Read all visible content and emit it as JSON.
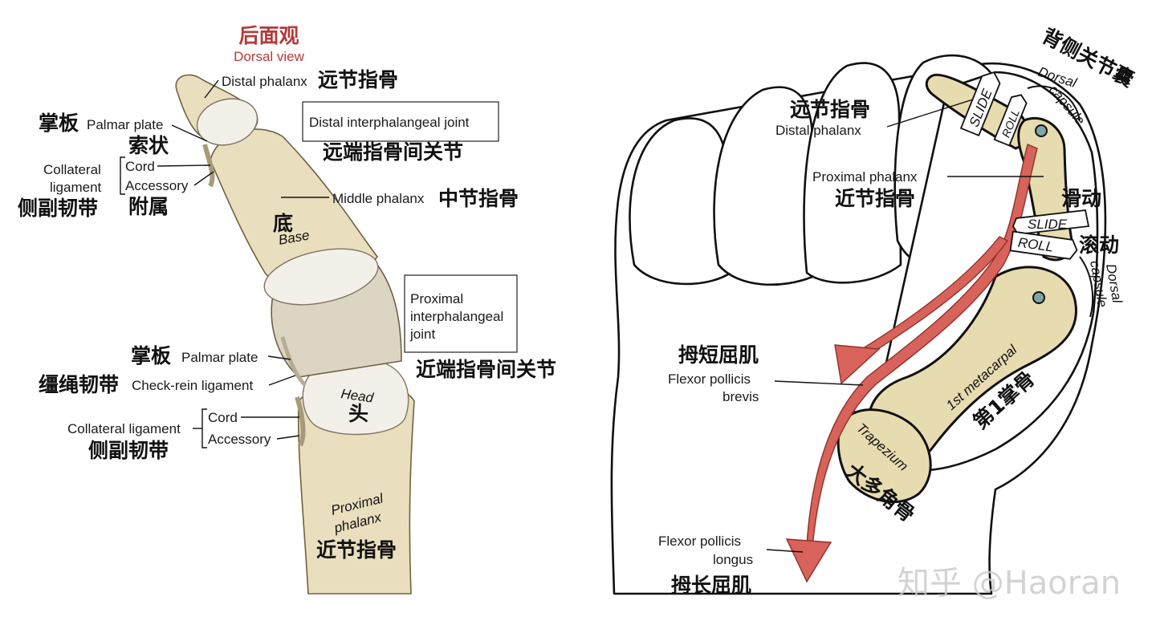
{
  "left": {
    "title_cn": "后面观",
    "title_en": "Dorsal view",
    "distal_phalanx_en": "Distal phalanx",
    "distal_phalanx_cn": "远节指骨",
    "palmar_plate1_cn": "掌板",
    "palmar_plate1_en": "Palmar plate",
    "dip_box": "Distal interphalangeal joint",
    "dip_cn": "远端指骨间关节",
    "cord_cn": "索状",
    "collateral_en_1": "Collateral",
    "collateral_en_2": "ligament",
    "cord_en": "Cord",
    "accessory_en": "Accessory",
    "collateral_cn": "侧副韧带",
    "accessory_cn": "附属",
    "middle_phalanx_en": "Middle phalanx",
    "middle_phalanx_cn": "中节指骨",
    "base_cn": "底",
    "base_en": "Base",
    "pip_box_1": "Proximal",
    "pip_box_2": "interphalangeal",
    "pip_box_3": "joint",
    "pip_cn": "近端指骨间关节",
    "palmar_plate2_cn": "掌板",
    "palmar_plate2_en": "Palmar plate",
    "checkrein_cn": "缰绳韧带",
    "checkrein_en": "Check-rein ligament",
    "head_en": "Head",
    "head_cn": "头",
    "collateral2_en": "Collateral ligament",
    "cord2_en": "Cord",
    "accessory2_en": "Accessory",
    "collateral2_cn": "侧副韧带",
    "proximal_phalanx_en_1": "Proximal",
    "proximal_phalanx_en_2": "phalanx",
    "proximal_phalanx_cn": "近节指骨"
  },
  "right": {
    "dorsal_capsule_cn": "背侧关节囊",
    "dorsal_capsule_en_1": "Dorsal",
    "dorsal_capsule_en_2": "capsule",
    "distal_phalanx_cn": "远节指骨",
    "distal_phalanx_en": "Distal phalanx",
    "slide": "SLIDE",
    "roll": "ROLL",
    "proximal_phalanx_en": "Proximal phalanx",
    "proximal_phalanx_cn": "近节指骨",
    "slide_cn": "滑动",
    "roll_cn": "滚动",
    "fpb_cn": "拇短屈肌",
    "fpb_en_1": "Flexor pollicis",
    "fpb_en_2": "brevis",
    "metacarpal_en": "1st metacarpal",
    "metacarpal_cn": "第1掌骨",
    "trapezium_en": "Trapezium",
    "trapezium_cn": "大多角骨",
    "fpl_en_1": "Flexor pollicis",
    "fpl_en_2": "longus",
    "fpl_cn": "拇长屈肌"
  },
  "watermark": "知乎 @Haoran",
  "colors": {
    "title_red": "#b33a3a",
    "bone": "#e9dfbf",
    "muscle": "#d8635a"
  }
}
